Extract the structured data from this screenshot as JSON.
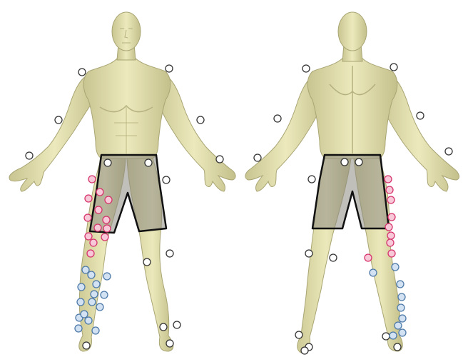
{
  "views": [
    {
      "id": "front",
      "name": "front"
    },
    {
      "id": "back",
      "name": "back"
    }
  ],
  "colors": {
    "background": "#ffffff",
    "skin": "#e6e3b2",
    "skin_shade": "#bdb985",
    "skin_dark": "#8f8c5f",
    "shorts_fill": "#8c8a82",
    "shorts_outline": "#111111",
    "marker_white_fill": "#ffffff",
    "marker_white_stroke": "#333333",
    "marker_pink_fill": "#f6c8d8",
    "marker_pink_stroke": "#d6336c",
    "marker_blue_fill": "#d2e2f2",
    "marker_blue_stroke": "#4d79a8"
  },
  "marker_types": [
    {
      "type": "white",
      "fill": "#ffffff",
      "stroke": "#333333"
    },
    {
      "type": "pink",
      "fill": "#f6c8d8",
      "stroke": "#d6336c"
    },
    {
      "type": "blue",
      "fill": "#d2e2f2",
      "stroke": "#4d79a8"
    }
  ],
  "marker_counts": {
    "front_white": 15,
    "front_pink": 13,
    "front_blue": 15,
    "back_white": 16,
    "back_pink": 9,
    "back_blue": 9
  }
}
